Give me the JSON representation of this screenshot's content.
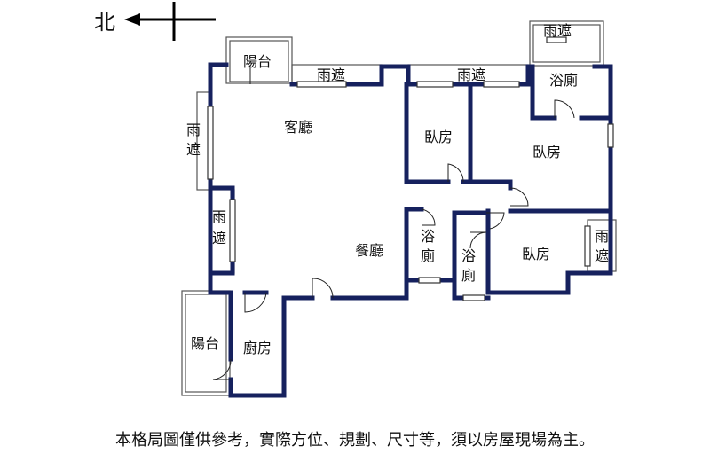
{
  "compass": {
    "label": "北"
  },
  "rooms": {
    "living_room": "客廳",
    "dining_room": "餐廳",
    "kitchen": "廚房",
    "bedroom_1": "臥房",
    "bedroom_2": "臥房",
    "bedroom_3": "臥房",
    "bath_1": "浴廁",
    "bath_2": "浴",
    "bath_2b": "廁",
    "bath_3": "浴",
    "bath_3b": "廁",
    "balcony_top": "陽台",
    "balcony_bottom": "陽台"
  },
  "canopies": {
    "top_left": "雨遮",
    "top_right": "雨遮",
    "corner": "雨遮",
    "left_upper_a": "雨",
    "left_upper_b": "遮",
    "left_lower_a": "雨",
    "left_lower_b": "遮",
    "right_a": "雨",
    "right_b": "遮"
  },
  "disclaimer": "本格局圖僅供參考，實際方位、規劃、尺寸等，須以房屋現場為主。"
}
